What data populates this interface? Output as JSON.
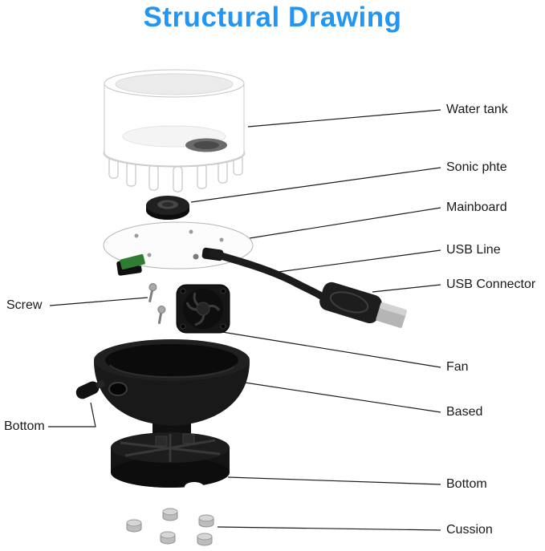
{
  "title": "Structural Drawing",
  "accent_color": "#2196f3",
  "parts": {
    "water_tank": "Water tank",
    "sonic_phte": "Sonic phte",
    "mainboard": "Mainboard",
    "usb_line": "USB Line",
    "usb_connector": "USB Connector",
    "screw": "Screw",
    "fan": "Fan",
    "based": "Based",
    "bottom_left": "Bottom",
    "bottom_right": "Bottom",
    "cussion": "Cussion"
  }
}
